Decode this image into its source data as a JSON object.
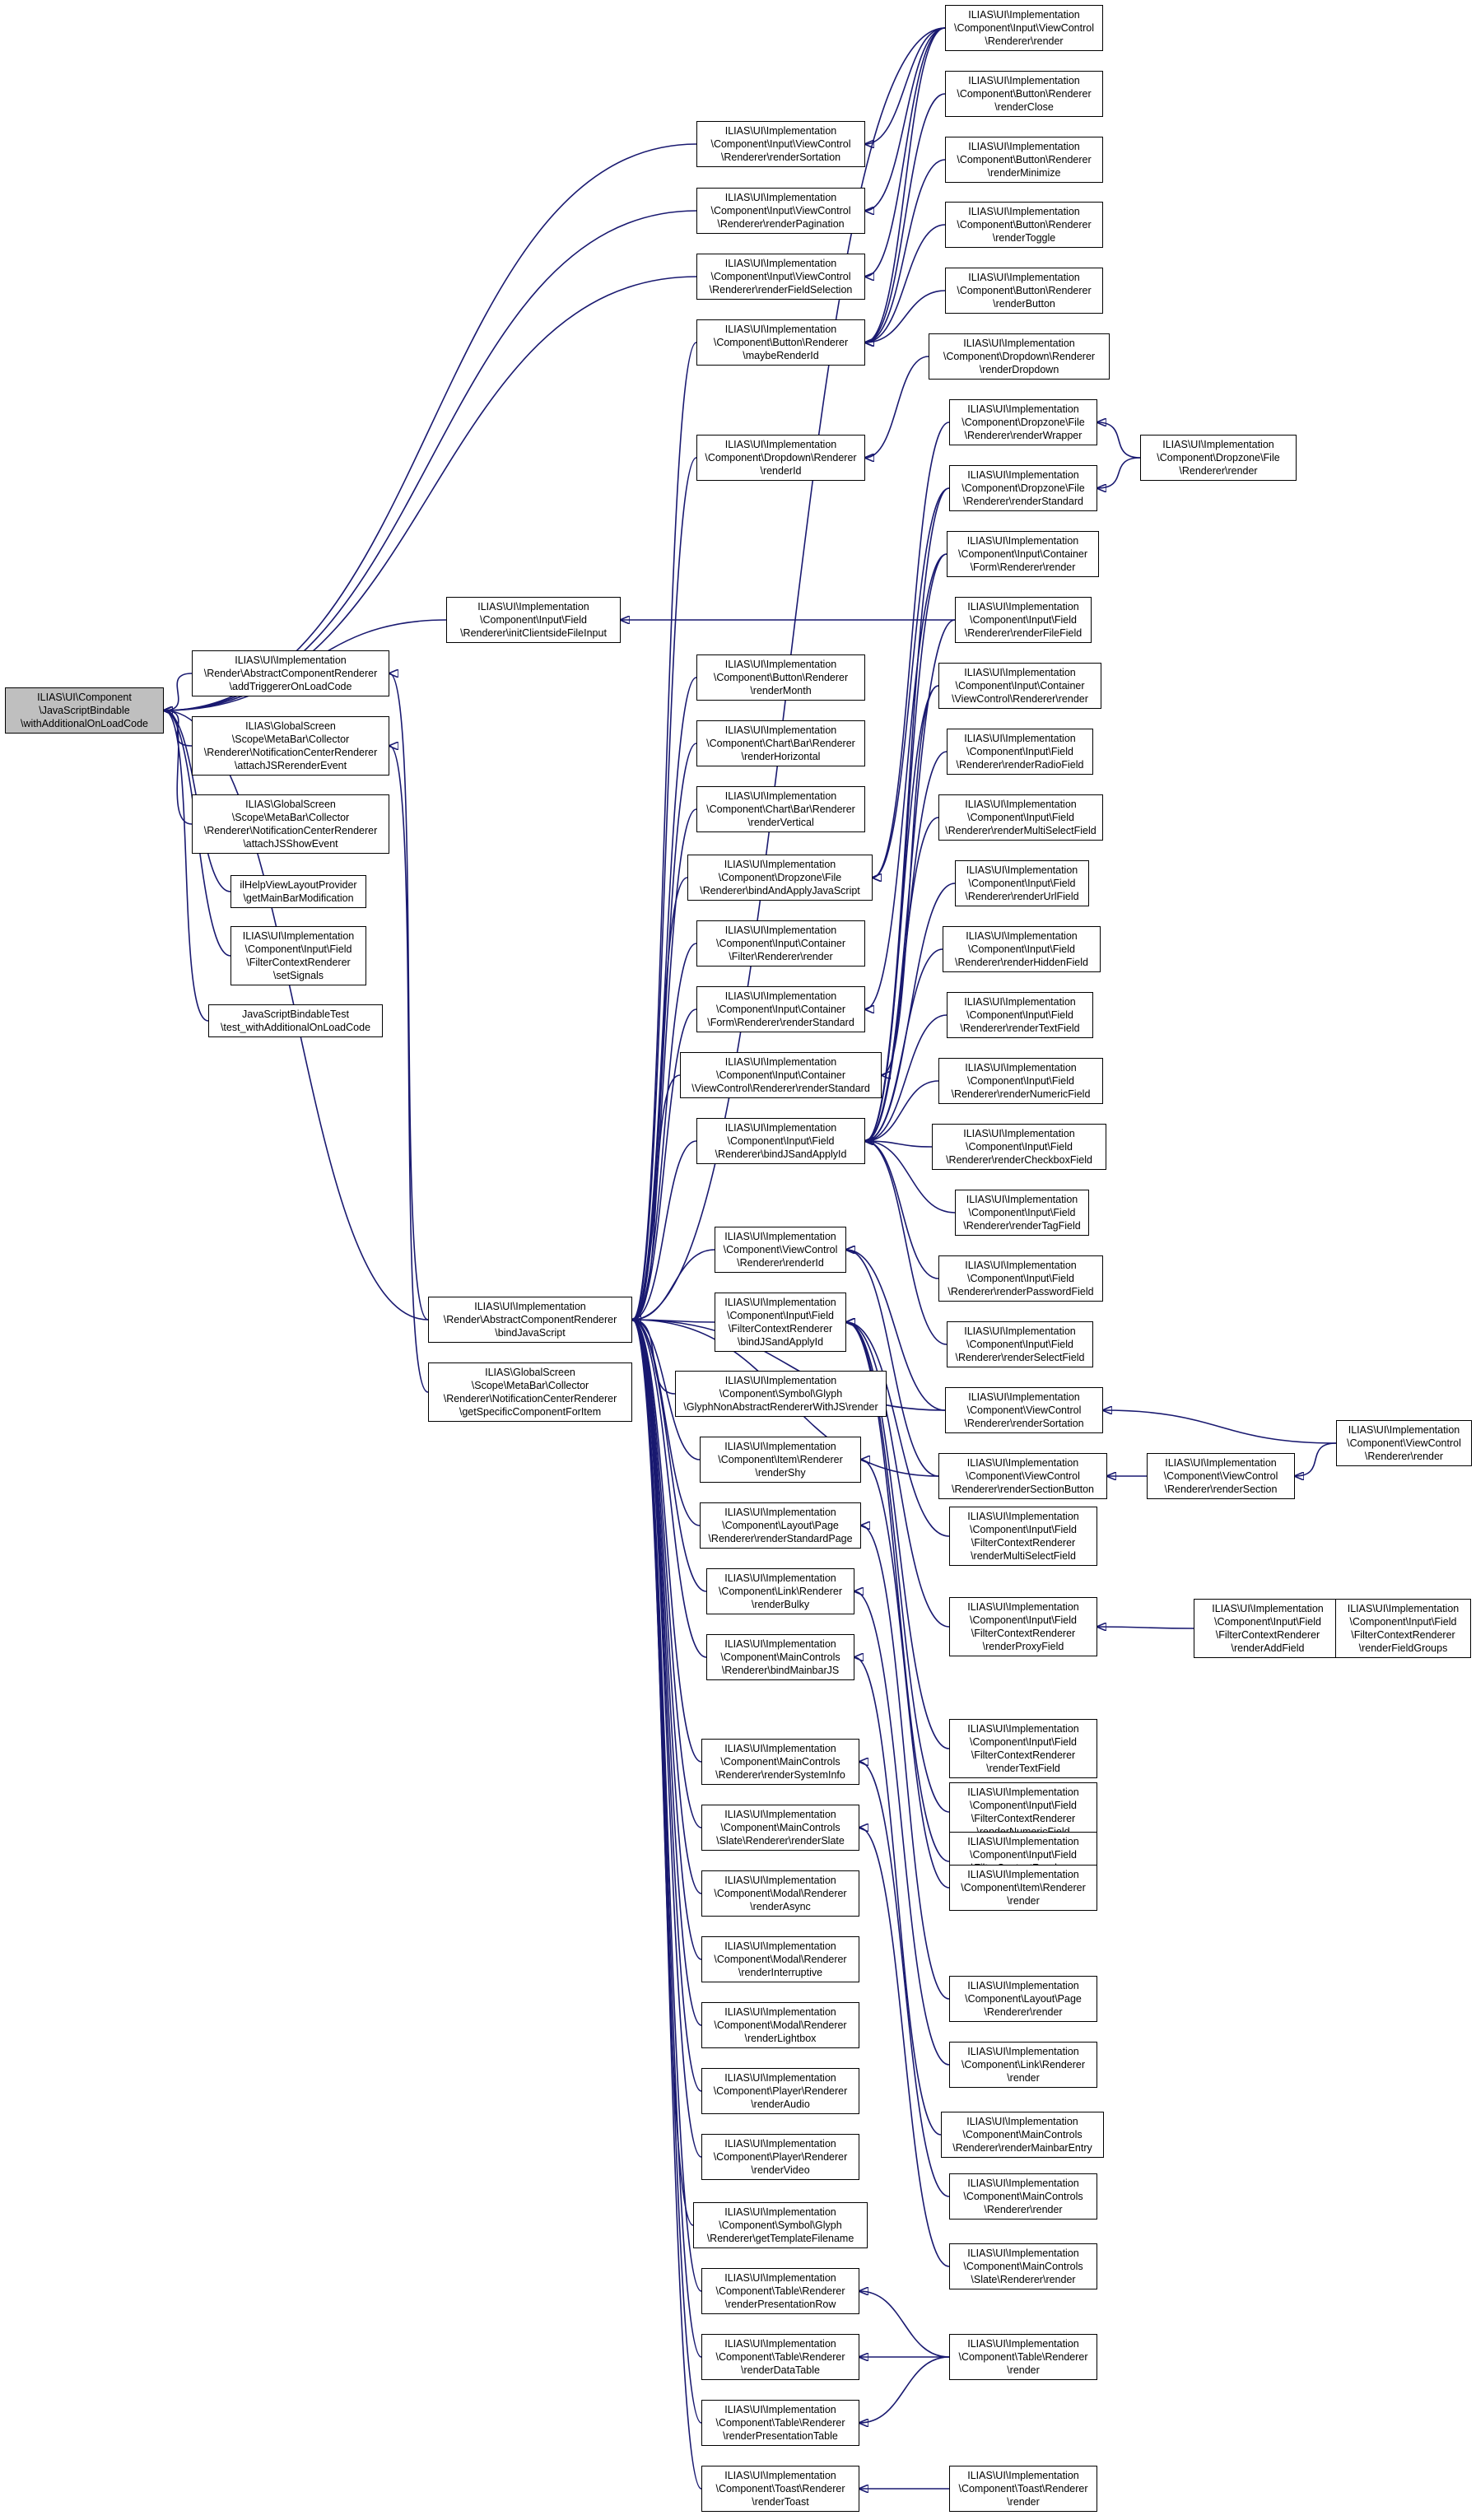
{
  "colors": {
    "edge": "#191970",
    "node_border": "#000000",
    "node_fill": "#ffffff",
    "root_fill": "#bfbfbf"
  },
  "nodes": [
    {
      "id": "root",
      "label": "ILIAS\\UI\\Component\n\\JavaScriptBindable\n\\withAdditionalOnLoadCode"
    },
    {
      "id": "initClientside",
      "label": "ILIAS\\UI\\Implementation\n\\Component\\Input\\Field\n\\Renderer\\initClientsideFileInput"
    },
    {
      "id": "addTriggerer",
      "label": "ILIAS\\UI\\Implementation\n\\Render\\AbstractComponentRenderer\n\\addTriggererOnLoadCode"
    },
    {
      "id": "attachJSRerender",
      "label": "ILIAS\\GlobalScreen\n\\Scope\\MetaBar\\Collector\n\\Renderer\\NotificationCenterRenderer\n\\attachJSRerenderEvent"
    },
    {
      "id": "attachJSShow",
      "label": "ILIAS\\GlobalScreen\n\\Scope\\MetaBar\\Collector\n\\Renderer\\NotificationCenterRenderer\n\\attachJSShowEvent"
    },
    {
      "id": "ilHelp",
      "label": "ilHelpViewLayoutProvider\n\\getMainBarModification"
    },
    {
      "id": "filterSetSignals",
      "label": "ILIAS\\UI\\Implementation\n\\Component\\Input\\Field\n\\FilterContextRenderer\n\\setSignals"
    },
    {
      "id": "jsTest",
      "label": "JavaScriptBindableTest\n\\test_withAdditionalOnLoadCode"
    },
    {
      "id": "bindJavaScript",
      "label": "ILIAS\\UI\\Implementation\n\\Render\\AbstractComponentRenderer\n\\bindJavaScript"
    },
    {
      "id": "getSpecific",
      "label": "ILIAS\\GlobalScreen\n\\Scope\\MetaBar\\Collector\n\\Renderer\\NotificationCenterRenderer\n\\getSpecificComponentForItem"
    },
    {
      "id": "vcRenderSortation",
      "label": "ILIAS\\UI\\Implementation\n\\Component\\Input\\ViewControl\n\\Renderer\\renderSortation"
    },
    {
      "id": "vcRenderPagination",
      "label": "ILIAS\\UI\\Implementation\n\\Component\\Input\\ViewControl\n\\Renderer\\renderPagination"
    },
    {
      "id": "vcRenderFieldSelection",
      "label": "ILIAS\\UI\\Implementation\n\\Component\\Input\\ViewControl\n\\Renderer\\renderFieldSelection"
    },
    {
      "id": "btnMaybeRenderId",
      "label": "ILIAS\\UI\\Implementation\n\\Component\\Button\\Renderer\n\\maybeRenderId"
    },
    {
      "id": "ddRenderId",
      "label": "ILIAS\\UI\\Implementation\n\\Component\\Dropdown\\Renderer\n\\renderId"
    },
    {
      "id": "btnRenderMonth",
      "label": "ILIAS\\UI\\Implementation\n\\Component\\Button\\Renderer\n\\renderMonth"
    },
    {
      "id": "chartHorizontal",
      "label": "ILIAS\\UI\\Implementation\n\\Component\\Chart\\Bar\\Renderer\n\\renderHorizontal"
    },
    {
      "id": "chartVertical",
      "label": "ILIAS\\UI\\Implementation\n\\Component\\Chart\\Bar\\Renderer\n\\renderVertical"
    },
    {
      "id": "dzBindAndApply",
      "label": "ILIAS\\UI\\Implementation\n\\Component\\Dropzone\\File\n\\Renderer\\bindAndApplyJavaScript"
    },
    {
      "id": "containerFilter",
      "label": "ILIAS\\UI\\Implementation\n\\Component\\Input\\Container\n\\Filter\\Renderer\\render"
    },
    {
      "id": "containerFormStd",
      "label": "ILIAS\\UI\\Implementation\n\\Component\\Input\\Container\n\\Form\\Renderer\\renderStandard"
    },
    {
      "id": "containerVCStd",
      "label": "ILIAS\\UI\\Implementation\n\\Component\\Input\\Container\n\\ViewControl\\Renderer\\renderStandard"
    },
    {
      "id": "fieldBindJS",
      "label": "ILIAS\\UI\\Implementation\n\\Component\\Input\\Field\n\\Renderer\\bindJSandApplyId"
    },
    {
      "id": "vcRenderId",
      "label": "ILIAS\\UI\\Implementation\n\\Component\\ViewControl\n\\Renderer\\renderId"
    },
    {
      "id": "filterBindJS",
      "label": "ILIAS\\UI\\Implementation\n\\Component\\Input\\Field\n\\FilterContextRenderer\n\\bindJSandApplyId"
    },
    {
      "id": "glyphNonAbstract",
      "label": "ILIAS\\UI\\Implementation\n\\Component\\Symbol\\Glyph\n\\GlyphNonAbstractRendererWithJS\\render"
    },
    {
      "id": "itemRenderShy",
      "label": "ILIAS\\UI\\Implementation\n\\Component\\Item\\Renderer\n\\renderShy"
    },
    {
      "id": "layoutStdPage",
      "label": "ILIAS\\UI\\Implementation\n\\Component\\Layout\\Page\n\\Renderer\\renderStandardPage"
    },
    {
      "id": "linkBulky",
      "label": "ILIAS\\UI\\Implementation\n\\Component\\Link\\Renderer\n\\renderBulky"
    },
    {
      "id": "mcBindMainbar",
      "label": "ILIAS\\UI\\Implementation\n\\Component\\MainControls\n\\Renderer\\bindMainbarJS"
    },
    {
      "id": "mcSystemInfo",
      "label": "ILIAS\\UI\\Implementation\n\\Component\\MainControls\n\\Renderer\\renderSystemInfo"
    },
    {
      "id": "mcSlate",
      "label": "ILIAS\\UI\\Implementation\n\\Component\\MainControls\n\\Slate\\Renderer\\renderSlate"
    },
    {
      "id": "modalAsync",
      "label": "ILIAS\\UI\\Implementation\n\\Component\\Modal\\Renderer\n\\renderAsync"
    },
    {
      "id": "modalInterruptive",
      "label": "ILIAS\\UI\\Implementation\n\\Component\\Modal\\Renderer\n\\renderInterruptive"
    },
    {
      "id": "modalLightbox",
      "label": "ILIAS\\UI\\Implementation\n\\Component\\Modal\\Renderer\n\\renderLightbox"
    },
    {
      "id": "playerAudio",
      "label": "ILIAS\\UI\\Implementation\n\\Component\\Player\\Renderer\n\\renderAudio"
    },
    {
      "id": "playerVideo",
      "label": "ILIAS\\UI\\Implementation\n\\Component\\Player\\Renderer\n\\renderVideo"
    },
    {
      "id": "glyphTemplate",
      "label": "ILIAS\\UI\\Implementation\n\\Component\\Symbol\\Glyph\n\\Renderer\\getTemplateFilename"
    },
    {
      "id": "tablePresRow",
      "label": "ILIAS\\UI\\Implementation\n\\Component\\Table\\Renderer\n\\renderPresentationRow"
    },
    {
      "id": "tableData",
      "label": "ILIAS\\UI\\Implementation\n\\Component\\Table\\Renderer\n\\renderDataTable"
    },
    {
      "id": "tablePresTable",
      "label": "ILIAS\\UI\\Implementation\n\\Component\\Table\\Renderer\n\\renderPresentationTable"
    },
    {
      "id": "toastRenderToast",
      "label": "ILIAS\\UI\\Implementation\n\\Component\\Toast\\Renderer\n\\renderToast"
    },
    {
      "id": "vcInputRender",
      "label": "ILIAS\\UI\\Implementation\n\\Component\\Input\\ViewControl\n\\Renderer\\render"
    },
    {
      "id": "btnRenderClose",
      "label": "ILIAS\\UI\\Implementation\n\\Component\\Button\\Renderer\n\\renderClose"
    },
    {
      "id": "btnRenderMinimize",
      "label": "ILIAS\\UI\\Implementation\n\\Component\\Button\\Renderer\n\\renderMinimize"
    },
    {
      "id": "btnRenderToggle",
      "label": "ILIAS\\UI\\Implementation\n\\Component\\Button\\Renderer\n\\renderToggle"
    },
    {
      "id": "btnRenderButton",
      "label": "ILIAS\\UI\\Implementation\n\\Component\\Button\\Renderer\n\\renderButton"
    },
    {
      "id": "ddRenderDropdown",
      "label": "ILIAS\\UI\\Implementation\n\\Component\\Dropdown\\Renderer\n\\renderDropdown"
    },
    {
      "id": "dzRenderWrapper",
      "label": "ILIAS\\UI\\Implementation\n\\Component\\Dropzone\\File\n\\Renderer\\renderWrapper"
    },
    {
      "id": "dzRenderStandard",
      "label": "ILIAS\\UI\\Implementation\n\\Component\\Dropzone\\File\n\\Renderer\\renderStandard"
    },
    {
      "id": "containerFormRender",
      "label": "ILIAS\\UI\\Implementation\n\\Component\\Input\\Container\n\\Form\\Renderer\\render"
    },
    {
      "id": "fieldFile",
      "label": "ILIAS\\UI\\Implementation\n\\Component\\Input\\Field\n\\Renderer\\renderFileField"
    },
    {
      "id": "containerVCRender",
      "label": "ILIAS\\UI\\Implementation\n\\Component\\Input\\Container\n\\ViewControl\\Renderer\\render"
    },
    {
      "id": "fieldRadio",
      "label": "ILIAS\\UI\\Implementation\n\\Component\\Input\\Field\n\\Renderer\\renderRadioField"
    },
    {
      "id": "fieldMultiSelect",
      "label": "ILIAS\\UI\\Implementation\n\\Component\\Input\\Field\n\\Renderer\\renderMultiSelectField"
    },
    {
      "id": "fieldUrl",
      "label": "ILIAS\\UI\\Implementation\n\\Component\\Input\\Field\n\\Renderer\\renderUrlField"
    },
    {
      "id": "fieldHidden",
      "label": "ILIAS\\UI\\Implementation\n\\Component\\Input\\Field\n\\Renderer\\renderHiddenField"
    },
    {
      "id": "fieldText",
      "label": "ILIAS\\UI\\Implementation\n\\Component\\Input\\Field\n\\Renderer\\renderTextField"
    },
    {
      "id": "fieldNumeric",
      "label": "ILIAS\\UI\\Implementation\n\\Component\\Input\\Field\n\\Renderer\\renderNumericField"
    },
    {
      "id": "fieldCheckbox",
      "label": "ILIAS\\UI\\Implementation\n\\Component\\Input\\Field\n\\Renderer\\renderCheckboxField"
    },
    {
      "id": "fieldTag",
      "label": "ILIAS\\UI\\Implementation\n\\Component\\Input\\Field\n\\Renderer\\renderTagField"
    },
    {
      "id": "fieldPassword",
      "label": "ILIAS\\UI\\Implementation\n\\Component\\Input\\Field\n\\Renderer\\renderPasswordField"
    },
    {
      "id": "fieldSelect",
      "label": "ILIAS\\UI\\Implementation\n\\Component\\Input\\Field\n\\Renderer\\renderSelectField"
    },
    {
      "id": "vcRenderSortation2",
      "label": "ILIAS\\UI\\Implementation\n\\Component\\ViewControl\n\\Renderer\\renderSortation"
    },
    {
      "id": "vcRenderSectionButton",
      "label": "ILIAS\\UI\\Implementation\n\\Component\\ViewControl\n\\Renderer\\renderSectionButton"
    },
    {
      "id": "filterMultiSelect",
      "label": "ILIAS\\UI\\Implementation\n\\Component\\Input\\Field\n\\FilterContextRenderer\n\\renderMultiSelectField"
    },
    {
      "id": "filterProxy",
      "label": "ILIAS\\UI\\Implementation\n\\Component\\Input\\Field\n\\FilterContextRenderer\n\\renderProxyField"
    },
    {
      "id": "filterText",
      "label": "ILIAS\\UI\\Implementation\n\\Component\\Input\\Field\n\\FilterContextRenderer\n\\renderTextField"
    },
    {
      "id": "filterNumeric",
      "label": "ILIAS\\UI\\Implementation\n\\Component\\Input\\Field\n\\FilterContextRenderer\n\\renderNumericField"
    },
    {
      "id": "filterSelect",
      "label": "ILIAS\\UI\\Implementation\n\\Component\\Input\\Field\n\\FilterContextRenderer\n\\renderSelectField"
    },
    {
      "id": "itemRender",
      "label": "ILIAS\\UI\\Implementation\n\\Component\\Item\\Renderer\n\\render"
    },
    {
      "id": "layoutRender",
      "label": "ILIAS\\UI\\Implementation\n\\Component\\Layout\\Page\n\\Renderer\\render"
    },
    {
      "id": "linkRender",
      "label": "ILIAS\\UI\\Implementation\n\\Component\\Link\\Renderer\n\\render"
    },
    {
      "id": "mcMainbarEntry",
      "label": "ILIAS\\UI\\Implementation\n\\Component\\MainControls\n\\Renderer\\renderMainbarEntry"
    },
    {
      "id": "mcRender",
      "label": "ILIAS\\UI\\Implementation\n\\Component\\MainControls\n\\Renderer\\render"
    },
    {
      "id": "mcSlateRender",
      "label": "ILIAS\\UI\\Implementation\n\\Component\\MainControls\n\\Slate\\Renderer\\render"
    },
    {
      "id": "tableRender",
      "label": "ILIAS\\UI\\Implementation\n\\Component\\Table\\Renderer\n\\render"
    },
    {
      "id": "toastRender",
      "label": "ILIAS\\UI\\Implementation\n\\Component\\Toast\\Renderer\n\\render"
    },
    {
      "id": "dzRender",
      "label": "ILIAS\\UI\\Implementation\n\\Component\\Dropzone\\File\n\\Renderer\\render"
    },
    {
      "id": "vcRenderSection",
      "label": "ILIAS\\UI\\Implementation\n\\Component\\ViewControl\n\\Renderer\\renderSection"
    },
    {
      "id": "vcRender",
      "label": "ILIAS\\UI\\Implementation\n\\Component\\ViewControl\n\\Renderer\\render"
    },
    {
      "id": "filterAddField",
      "label": "ILIAS\\UI\\Implementation\n\\Component\\Input\\Field\n\\FilterContextRenderer\n\\renderAddField"
    },
    {
      "id": "filterFieldGroups",
      "label": "ILIAS\\UI\\Implementation\n\\Component\\Input\\Field\n\\FilterContextRenderer\n\\renderFieldGroups"
    }
  ],
  "edges": [
    [
      "initClientside",
      "root"
    ],
    [
      "addTriggerer",
      "root"
    ],
    [
      "attachJSRerender",
      "root"
    ],
    [
      "attachJSShow",
      "root"
    ],
    [
      "ilHelp",
      "root"
    ],
    [
      "filterSetSignals",
      "root"
    ],
    [
      "jsTest",
      "root"
    ],
    [
      "bindJavaScript",
      "root"
    ],
    [
      "vcRenderSortation",
      "root"
    ],
    [
      "vcRenderPagination",
      "root"
    ],
    [
      "vcRenderFieldSelection",
      "root"
    ],
    [
      "getSpecific",
      "attachJSRerender"
    ],
    [
      "bindJavaScript",
      "addTriggerer"
    ],
    [
      "fieldFile",
      "initClientside"
    ],
    [
      "btnMaybeRenderId",
      "bindJavaScript"
    ],
    [
      "ddRenderId",
      "bindJavaScript"
    ],
    [
      "btnRenderMonth",
      "bindJavaScript"
    ],
    [
      "chartHorizontal",
      "bindJavaScript"
    ],
    [
      "chartVertical",
      "bindJavaScript"
    ],
    [
      "dzBindAndApply",
      "bindJavaScript"
    ],
    [
      "containerFilter",
      "bindJavaScript"
    ],
    [
      "containerFormStd",
      "bindJavaScript"
    ],
    [
      "containerVCStd",
      "bindJavaScript"
    ],
    [
      "fieldBindJS",
      "bindJavaScript"
    ],
    [
      "vcRenderId",
      "bindJavaScript"
    ],
    [
      "filterBindJS",
      "bindJavaScript"
    ],
    [
      "glyphNonAbstract",
      "bindJavaScript"
    ],
    [
      "itemRenderShy",
      "bindJavaScript"
    ],
    [
      "layoutStdPage",
      "bindJavaScript"
    ],
    [
      "linkBulky",
      "bindJavaScript"
    ],
    [
      "mcBindMainbar",
      "bindJavaScript"
    ],
    [
      "mcSystemInfo",
      "bindJavaScript"
    ],
    [
      "mcSlate",
      "bindJavaScript"
    ],
    [
      "modalAsync",
      "bindJavaScript"
    ],
    [
      "modalInterruptive",
      "bindJavaScript"
    ],
    [
      "modalLightbox",
      "bindJavaScript"
    ],
    [
      "playerAudio",
      "bindJavaScript"
    ],
    [
      "playerVideo",
      "bindJavaScript"
    ],
    [
      "glyphTemplate",
      "bindJavaScript"
    ],
    [
      "tablePresRow",
      "bindJavaScript"
    ],
    [
      "tableData",
      "bindJavaScript"
    ],
    [
      "tablePresTable",
      "bindJavaScript"
    ],
    [
      "toastRenderToast",
      "bindJavaScript"
    ],
    [
      "vcRenderSortation2",
      "bindJavaScript"
    ],
    [
      "vcRenderSectionButton",
      "bindJavaScript"
    ],
    [
      "vcInputRender",
      "bindJavaScript"
    ],
    [
      "vcInputRender",
      "vcRenderSortation"
    ],
    [
      "vcInputRender",
      "vcRenderPagination"
    ],
    [
      "vcInputRender",
      "vcRenderFieldSelection"
    ],
    [
      "btnRenderClose",
      "btnMaybeRenderId"
    ],
    [
      "btnRenderMinimize",
      "btnMaybeRenderId"
    ],
    [
      "btnRenderToggle",
      "btnMaybeRenderId"
    ],
    [
      "btnRenderButton",
      "btnMaybeRenderId"
    ],
    [
      "vcInputRender",
      "btnMaybeRenderId"
    ],
    [
      "ddRenderDropdown",
      "ddRenderId"
    ],
    [
      "dzRenderWrapper",
      "dzBindAndApply"
    ],
    [
      "dzRenderStandard",
      "dzBindAndApply"
    ],
    [
      "containerFormRender",
      "containerFormStd"
    ],
    [
      "containerVCRender",
      "containerVCStd"
    ],
    [
      "fieldFile",
      "fieldBindJS"
    ],
    [
      "fieldRadio",
      "fieldBindJS"
    ],
    [
      "fieldMultiSelect",
      "fieldBindJS"
    ],
    [
      "fieldUrl",
      "fieldBindJS"
    ],
    [
      "fieldHidden",
      "fieldBindJS"
    ],
    [
      "fieldText",
      "fieldBindJS"
    ],
    [
      "fieldNumeric",
      "fieldBindJS"
    ],
    [
      "fieldCheckbox",
      "fieldBindJS"
    ],
    [
      "fieldTag",
      "fieldBindJS"
    ],
    [
      "fieldPassword",
      "fieldBindJS"
    ],
    [
      "fieldSelect",
      "fieldBindJS"
    ],
    [
      "containerFormRender",
      "fieldBindJS"
    ],
    [
      "containerVCRender",
      "fieldBindJS"
    ],
    [
      "dzRenderStandard",
      "fieldBindJS"
    ],
    [
      "vcRenderSortation2",
      "vcRenderId"
    ],
    [
      "vcRenderSectionButton",
      "vcRenderId"
    ],
    [
      "filterMultiSelect",
      "filterBindJS"
    ],
    [
      "filterProxy",
      "filterBindJS"
    ],
    [
      "filterText",
      "filterBindJS"
    ],
    [
      "filterNumeric",
      "filterBindJS"
    ],
    [
      "filterSelect",
      "filterBindJS"
    ],
    [
      "itemRender",
      "itemRenderShy"
    ],
    [
      "layoutRender",
      "layoutStdPage"
    ],
    [
      "linkRender",
      "linkBulky"
    ],
    [
      "mcMainbarEntry",
      "mcBindMainbar"
    ],
    [
      "mcRender",
      "mcSystemInfo"
    ],
    [
      "mcSlateRender",
      "mcSlate"
    ],
    [
      "tableRender",
      "tablePresRow"
    ],
    [
      "tableRender",
      "tableData"
    ],
    [
      "tableRender",
      "tablePresTable"
    ],
    [
      "toastRender",
      "toastRenderToast"
    ],
    [
      "dzRender",
      "dzRenderWrapper"
    ],
    [
      "dzRender",
      "dzRenderStandard"
    ],
    [
      "vcRender",
      "vcRenderSortation2"
    ],
    [
      "vcRenderSection",
      "vcRenderSectionButton"
    ],
    [
      "vcRender",
      "vcRenderSection"
    ],
    [
      "filterAddField",
      "filterProxy"
    ],
    [
      "filterFieldGroups",
      "filterAddField"
    ]
  ]
}
